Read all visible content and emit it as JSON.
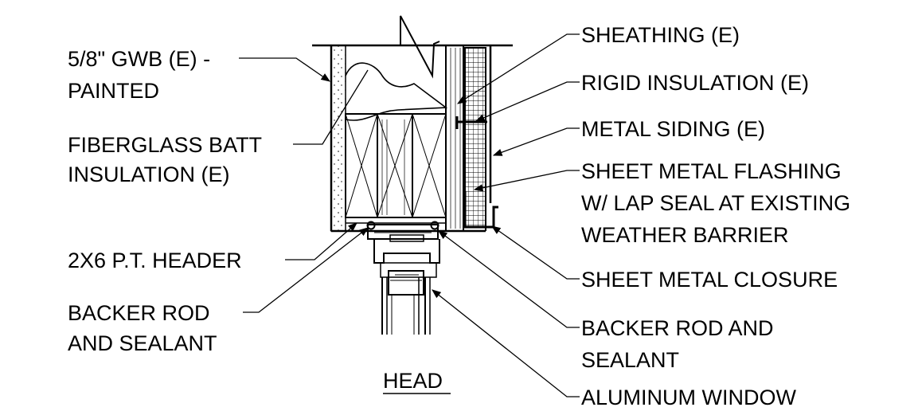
{
  "title": "HEAD",
  "callouts": {
    "gwb": {
      "line1": "5/8\" GWB (E) -",
      "line2": "PAINTED"
    },
    "batt": {
      "line1": "FIBERGLASS BATT",
      "line2": "INSULATION (E)"
    },
    "header": {
      "line1": "2X6 P.T. HEADER"
    },
    "backer_left": {
      "line1": "BACKER ROD",
      "line2": "AND SEALANT"
    },
    "sheathing": {
      "line1": "SHEATHING (E)"
    },
    "rigid": {
      "line1": "RIGID INSULATION (E)"
    },
    "siding": {
      "line1": "METAL SIDING (E)"
    },
    "flashing": {
      "line1": "SHEET METAL FLASHING",
      "line2": "W/ LAP SEAL AT EXISTING",
      "line3": "WEATHER BARRIER"
    },
    "closure": {
      "line1": "SHEET METAL CLOSURE"
    },
    "backer_right": {
      "line1": "BACKER ROD AND",
      "line2": "SEALANT"
    },
    "window": {
      "line1": "ALUMINUM WINDOW"
    }
  }
}
